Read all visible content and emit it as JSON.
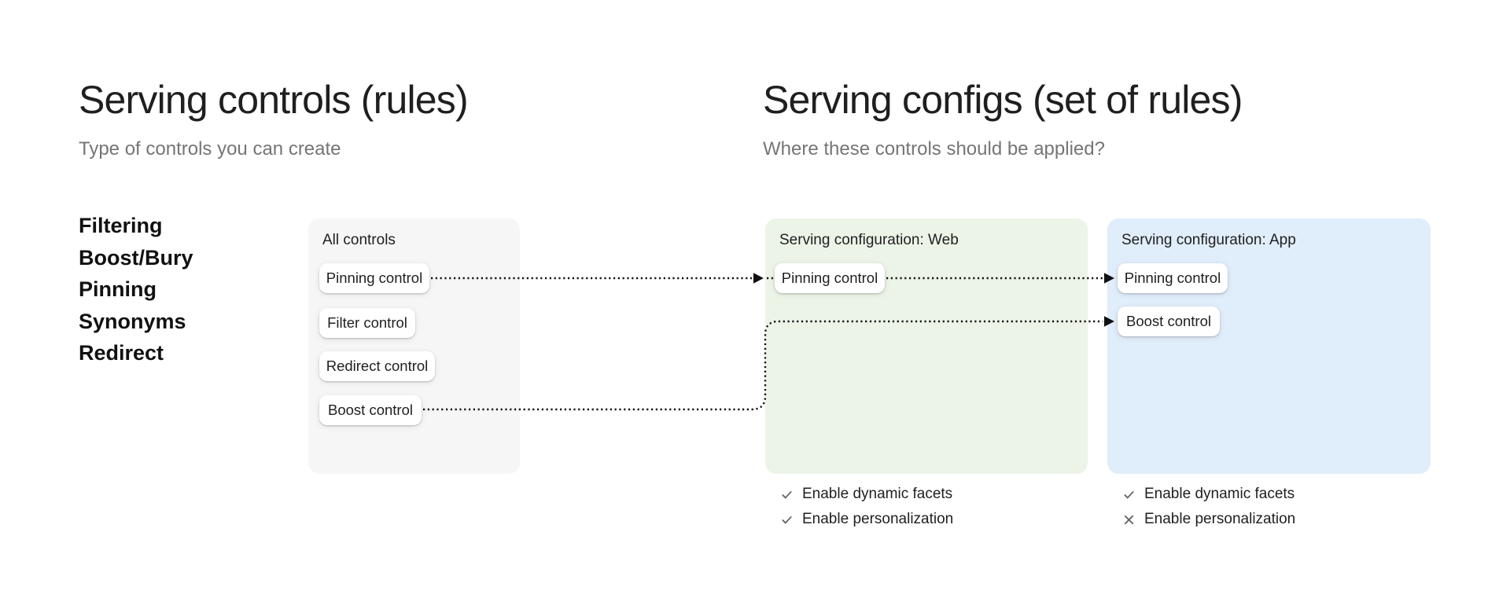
{
  "left_section": {
    "title": "Serving controls (rules)",
    "subtitle": "Type of controls you can create",
    "control_types": [
      "Filtering",
      "Boost/Bury",
      "Pinning",
      "Synonyms",
      "Redirect"
    ],
    "all_controls_card": {
      "title": "All controls",
      "controls": [
        "Pinning control",
        "Filter control",
        "Redirect control",
        "Boost control"
      ]
    }
  },
  "right_section": {
    "title": "Serving configs (set of rules)",
    "subtitle": "Where these controls should be applied?",
    "web_card": {
      "title": "Serving configuration: Web",
      "controls": [
        "Pinning control"
      ],
      "features": [
        {
          "icon": "check-icon",
          "label": "Enable dynamic facets"
        },
        {
          "icon": "check-icon",
          "label": "Enable personalization"
        }
      ]
    },
    "app_card": {
      "title": "Serving configuration: App",
      "controls": [
        "Pinning control",
        "Boost control"
      ],
      "features": [
        {
          "icon": "check-icon",
          "label": "Enable dynamic facets"
        },
        {
          "icon": "cross-icon",
          "label": "Enable personalization"
        }
      ]
    }
  },
  "connections": [
    {
      "from": "All controls / Pinning control",
      "to": "Serving configuration: Web / Pinning control",
      "style": "dotted-arrow"
    },
    {
      "from": "Serving configuration: Web / Pinning control",
      "to": "Serving configuration: App / Pinning control",
      "style": "dotted-arrow"
    },
    {
      "from": "All controls / Boost control",
      "to": "Serving configuration: App / Boost control",
      "style": "dotted-arrow"
    }
  ],
  "colors": {
    "title_text": "#1f1f1f",
    "subtitle_text": "#757575",
    "all_controls_card_bg": "#f6f6f6",
    "web_card_bg": "#ecf4e7",
    "app_card_bg": "#e0edfa",
    "chip_bg": "#ffffff",
    "arrow": "#111111",
    "icon_gray": "#5f6368"
  }
}
